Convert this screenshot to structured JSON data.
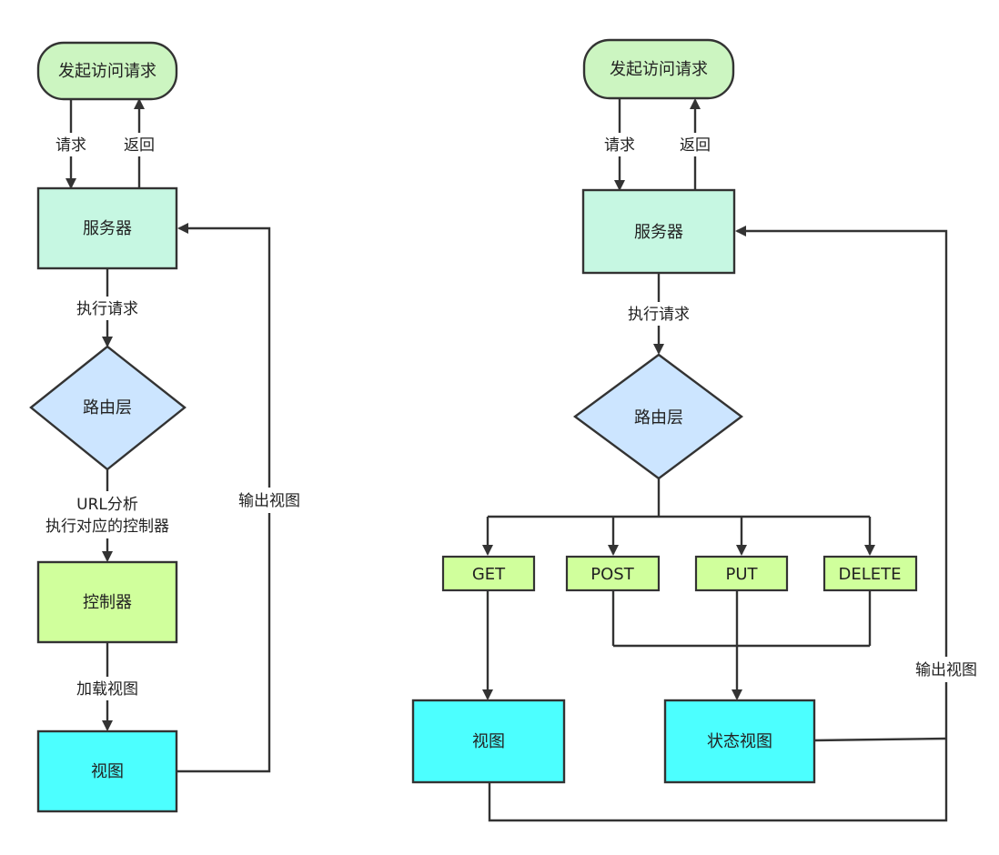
{
  "left": {
    "start": "发起访问请求",
    "request": "请求",
    "return": "返回",
    "server": "服务器",
    "execute": "执行请求",
    "router": "路由层",
    "url_line1": "URL分析",
    "url_line2": "执行对应的控制器",
    "controller": "控制器",
    "load_view": "加载视图",
    "view": "视图",
    "output_view": "输出视图"
  },
  "right": {
    "start": "发起访问请求",
    "request": "请求",
    "return": "返回",
    "server": "服务器",
    "execute": "执行请求",
    "router": "路由层",
    "methods": [
      "GET",
      "POST",
      "PUT",
      "DELETE"
    ],
    "view": "视图",
    "status_view": "状态视图",
    "output_view": "输出视图"
  },
  "colors": {
    "start_fill": "#ccf5c1",
    "server_fill": "#c6f7e2",
    "router_fill": "#cce5ff",
    "controller_fill": "#d0ff9c",
    "view_fill": "#4cffff",
    "stroke": "#333333"
  }
}
